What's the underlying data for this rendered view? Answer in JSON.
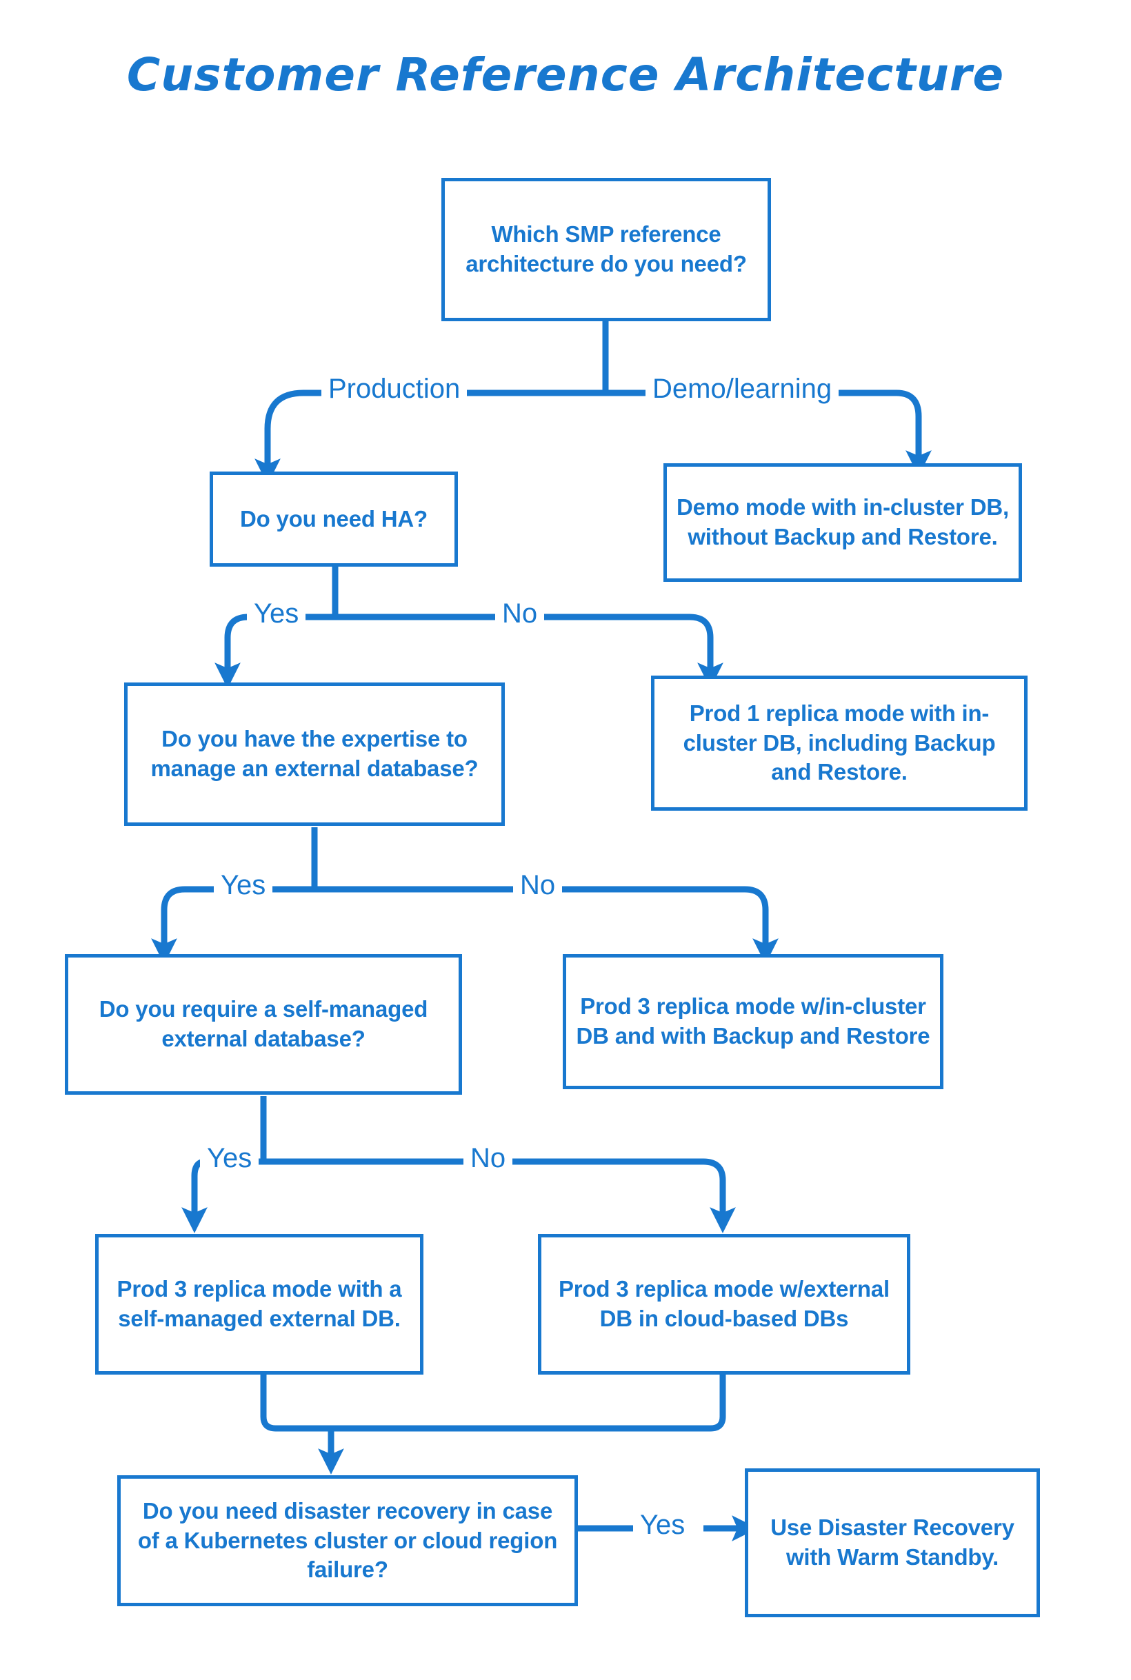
{
  "title": "Customer Reference Architecture",
  "colors": {
    "accent": "#1878CF",
    "background": "#FFFFFF"
  },
  "nodes": [
    {
      "id": "start",
      "label": "Which SMP reference architecture do you need?"
    },
    {
      "id": "ha",
      "label": "Do you need HA?"
    },
    {
      "id": "demo",
      "label": "Demo mode with in-cluster DB, without Backup and Restore."
    },
    {
      "id": "prod1",
      "label": "Prod 1 replica mode with in-cluster DB, including Backup and Restore."
    },
    {
      "id": "expertise",
      "label": "Do you have the expertise to manage an external database?"
    },
    {
      "id": "prod3incl",
      "label": "Prod 3 replica mode w/in-cluster DB and with Backup and Restore"
    },
    {
      "id": "selfmanaged",
      "label": "Do you require a self-managed external database?"
    },
    {
      "id": "prod3self",
      "label": "Prod 3 replica mode with a self-managed external DB."
    },
    {
      "id": "prod3cloud",
      "label": "Prod 3 replica mode w/external DB in cloud-based DBs"
    },
    {
      "id": "dr",
      "label": "Do you need disaster recovery in case of a Kubernetes cluster or cloud region failure?"
    },
    {
      "id": "warmstandby",
      "label": "Use Disaster Recovery with Warm Standby."
    }
  ],
  "edge_labels": [
    {
      "id": "production",
      "text": "Production"
    },
    {
      "id": "demolearning",
      "text": "Demo/learning"
    },
    {
      "id": "ha-yes",
      "text": "Yes"
    },
    {
      "id": "ha-no",
      "text": "No"
    },
    {
      "id": "exp-yes",
      "text": "Yes"
    },
    {
      "id": "exp-no",
      "text": "No"
    },
    {
      "id": "self-yes",
      "text": "Yes"
    },
    {
      "id": "self-no",
      "text": "No"
    },
    {
      "id": "dr-yes",
      "text": "Yes"
    }
  ]
}
